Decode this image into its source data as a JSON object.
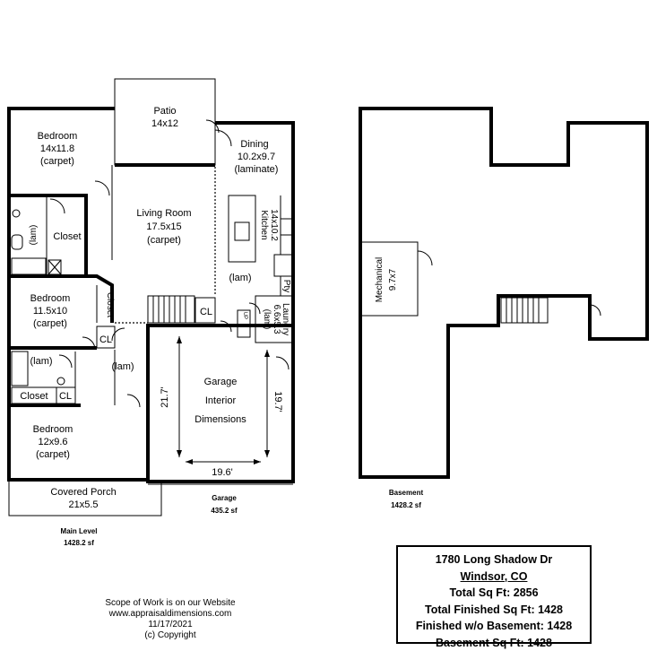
{
  "main_level": {
    "title": "Main Level",
    "area": "1428.2 sf",
    "rooms": {
      "patio": {
        "name": "Patio",
        "dims": "14x12"
      },
      "bedroom1": {
        "name": "Bedroom",
        "dims": "14x11.8",
        "floor": "(carpet)"
      },
      "dining": {
        "name": "Dining",
        "dims": "10.2x9.7",
        "floor": "(laminate)"
      },
      "living": {
        "name": "Living Room",
        "dims": "17.5x15",
        "floor": "(carpet)"
      },
      "kitchen": {
        "name": "Kitchen",
        "dims": "14x10.2"
      },
      "kitchen_floor": "(lam)",
      "bath1_floor": "(lam)",
      "closet1": "Closet",
      "bedroom2": {
        "name": "Bedroom",
        "dims": "11.5x10",
        "floor": "(carpet)"
      },
      "closet2": "Closet",
      "cl1": "CL",
      "cl2": "CL",
      "pty": "Pty",
      "laundry": {
        "name": "Laundry",
        "dims": "6.6x5.3",
        "floor": "(lam)"
      },
      "hall_floor": "(lam)",
      "bath2_floor": "(lam)",
      "closet3": "Closet",
      "cl3": "CL",
      "bedroom3": {
        "name": "Bedroom",
        "dims": "12x9.6",
        "floor": "(carpet)"
      },
      "porch": {
        "name": "Covered Porch",
        "dims": "21x5.5"
      }
    },
    "up": "UP"
  },
  "garage": {
    "title": "Garage",
    "area": "435.2 sf",
    "interior": [
      "Garage",
      "Interior",
      "Dimensions"
    ],
    "dim_left": "21.7'",
    "dim_right": "19.7'",
    "dim_bottom": "19.6'"
  },
  "basement": {
    "title": "Basement",
    "area": "1428.2 sf",
    "mechanical": {
      "name": "Mechanical",
      "dims": "9.7x7"
    }
  },
  "info": {
    "address1": "1780 Long Shadow Dr",
    "address2": "Windsor, CO",
    "total": "Total Sq Ft: 2856",
    "total_finished": "Total Finished Sq Ft: 1428",
    "finished_wo_basement": "Finished w/o Basement: 1428",
    "basement_sqft": "Basement Sq Ft: 1428"
  },
  "footer": {
    "line1": "Scope of Work is on our Website",
    "line2": "www.appraisaldimensions.com",
    "line3": "11/17/2021",
    "line4": "(c) Copyright"
  }
}
